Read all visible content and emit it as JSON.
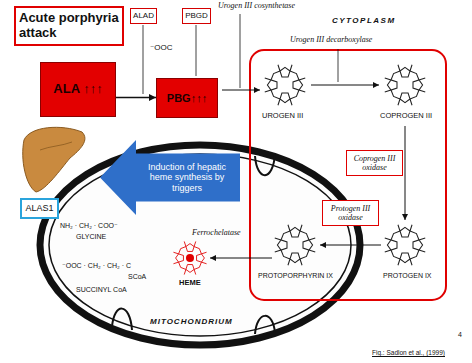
{
  "diagram": {
    "title": "Acute porphyria attack",
    "nodes": [
      {
        "text": [
          "ALAD"
        ]
      },
      {
        "text": [
          "PBGD"
        ]
      },
      {
        "text": [
          "ALA ↑↑↑"
        ]
      },
      {
        "text": [
          "PBG↑↑↑"
        ]
      },
      {
        "text": [
          "ALAS1"
        ]
      },
      {
        "text": [
          "Induction of hepatic heme synthesis by triggers"
        ]
      },
      {
        "text": [
          "Coprogen III oxidase"
        ]
      },
      {
        "text": [
          "Protogen III oxidase"
        ]
      }
    ],
    "edges": [
      {
        "from": 2,
        "to": 3,
        "arrow": "to"
      }
    ],
    "labels": [
      "Urogen III cosynthetase",
      "CYTOPLASM",
      "Urogen III decarboxylase",
      "⁻OOC",
      "UROGEN III",
      "COPROGEN III",
      "Ferrochelatase",
      "HEME",
      "PROTOPORPHYRIN IX",
      "PROTOGEN IX",
      "NH₂ · CH₂ · COO⁻",
      "GLYCINE",
      "⁻OOC · CH₂ · CH₂ · C",
      "SCoA",
      "SUCCINYL CoA",
      "MITOCHONDRIUM",
      "Fig.: Sadlon et al., (1999)",
      "4"
    ]
  }
}
